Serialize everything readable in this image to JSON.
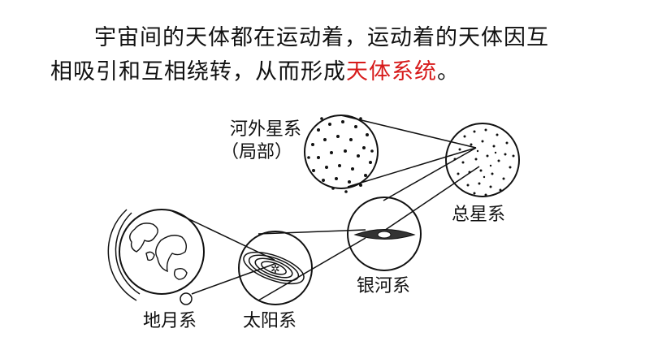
{
  "intro": {
    "line1": "宇宙间的天体都在运动着，运动着的天体因互",
    "line2_prefix": "相吸引和互相绕转，从而形成",
    "highlight": "天体系统",
    "line2_suffix": "。",
    "highlight_color": "#d71a1a"
  },
  "labels": {
    "other_galaxies": "河外星系",
    "other_galaxies_sub": "（局部）",
    "observable_universe": "总星系",
    "milky_way": "银河系",
    "earth_moon": "地月系",
    "solar_system": "太阳系"
  }
}
